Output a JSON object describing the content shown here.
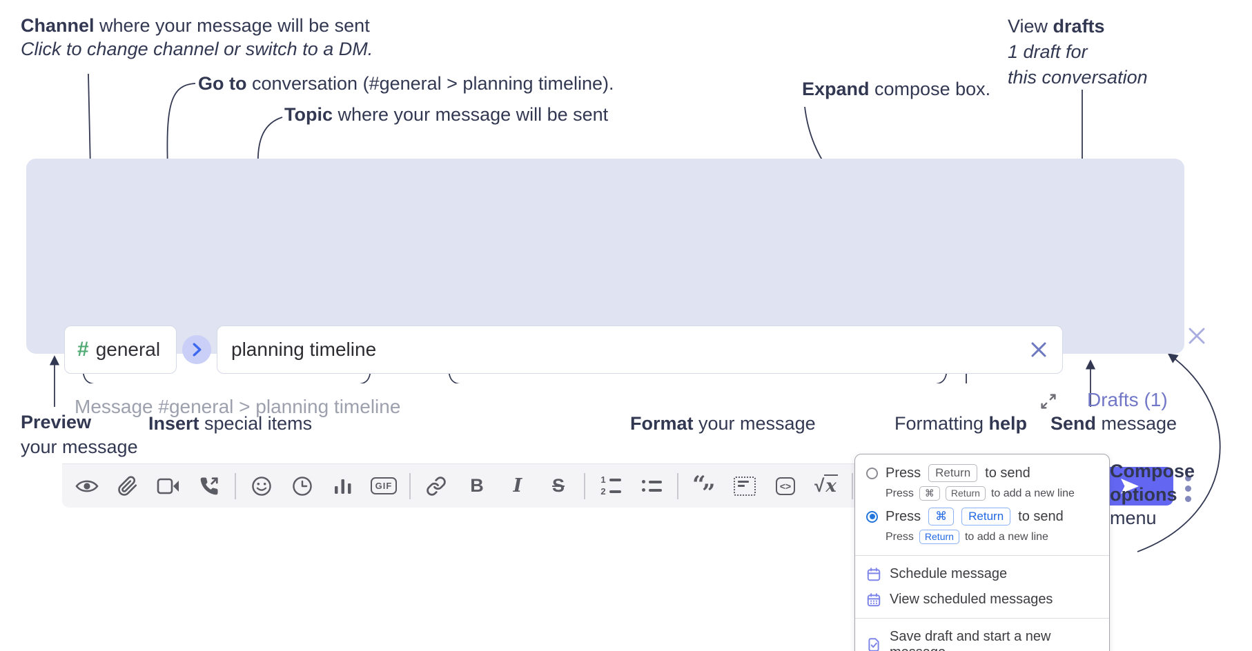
{
  "annotations": {
    "channel_line1_bold": "Channel",
    "channel_line1_rest": " where your message will be sent",
    "channel_line2": "Click to change channel or switch to a DM.",
    "goto_bold": "Go to",
    "goto_rest": " conversation (#general > planning timeline).",
    "topic_bold": "Topic",
    "topic_rest": " where your message will be sent",
    "expand_bold": "Expand",
    "expand_rest": " compose box.",
    "drafts_line1_pre": "View ",
    "drafts_line1_bold": "drafts",
    "drafts_line2": "1 draft for",
    "drafts_line3": "this conversation",
    "preview_bold": "Preview",
    "preview_line2": "your message",
    "insert_bold": "Insert",
    "insert_rest": " special items",
    "format_bold": "Format",
    "format_rest": " your message",
    "help_pre": "Formatting ",
    "help_bold": "help",
    "send_bold": "Send",
    "send_rest": " message",
    "options_line1": "Compose",
    "options_line2": "options",
    "options_line3": "menu"
  },
  "compose": {
    "channel_hash": "#",
    "channel_name": "general",
    "topic_value": "planning timeline",
    "message_placeholder": "Message #general > planning timeline",
    "drafts_link": "Drafts (1)"
  },
  "toolbar": {
    "gif_label": "GIF",
    "bold_label": "B",
    "italic_label": "I",
    "strike_label": "S",
    "code_label": "<>",
    "math_root": "√",
    "math_x": "x",
    "help_label": "?",
    "ol_1": "1",
    "ol_2": "2",
    "quote_open": "“",
    "quote_close": "”"
  },
  "popup": {
    "opt1_press": "Press",
    "opt1_key": "Return",
    "opt1_suffix": "to send",
    "opt1_sub_press": "Press",
    "opt1_sub_key1": "⌘",
    "opt1_sub_key2": "Return",
    "opt1_sub_suffix": "to add a new line",
    "opt2_press": "Press",
    "opt2_key1": "⌘",
    "opt2_key2": "Return",
    "opt2_suffix": "to send",
    "opt2_sub_press": "Press",
    "opt2_sub_key": "Return",
    "opt2_sub_suffix": "to add a new line",
    "item_schedule": "Schedule message",
    "item_view_scheduled": "View scheduled messages",
    "item_save_draft": "Save draft and start a new message"
  },
  "colors": {
    "compose_bg": "#e0e3f2",
    "send_accent": "#6366f1",
    "channel_green": "#52ab75",
    "drafts_link": "#7177c6",
    "key_blue": "#2268e4",
    "radio_selected": "#2476dd",
    "menu_icon_purple": "#7e85e9",
    "annotation_ink": "#333852"
  }
}
